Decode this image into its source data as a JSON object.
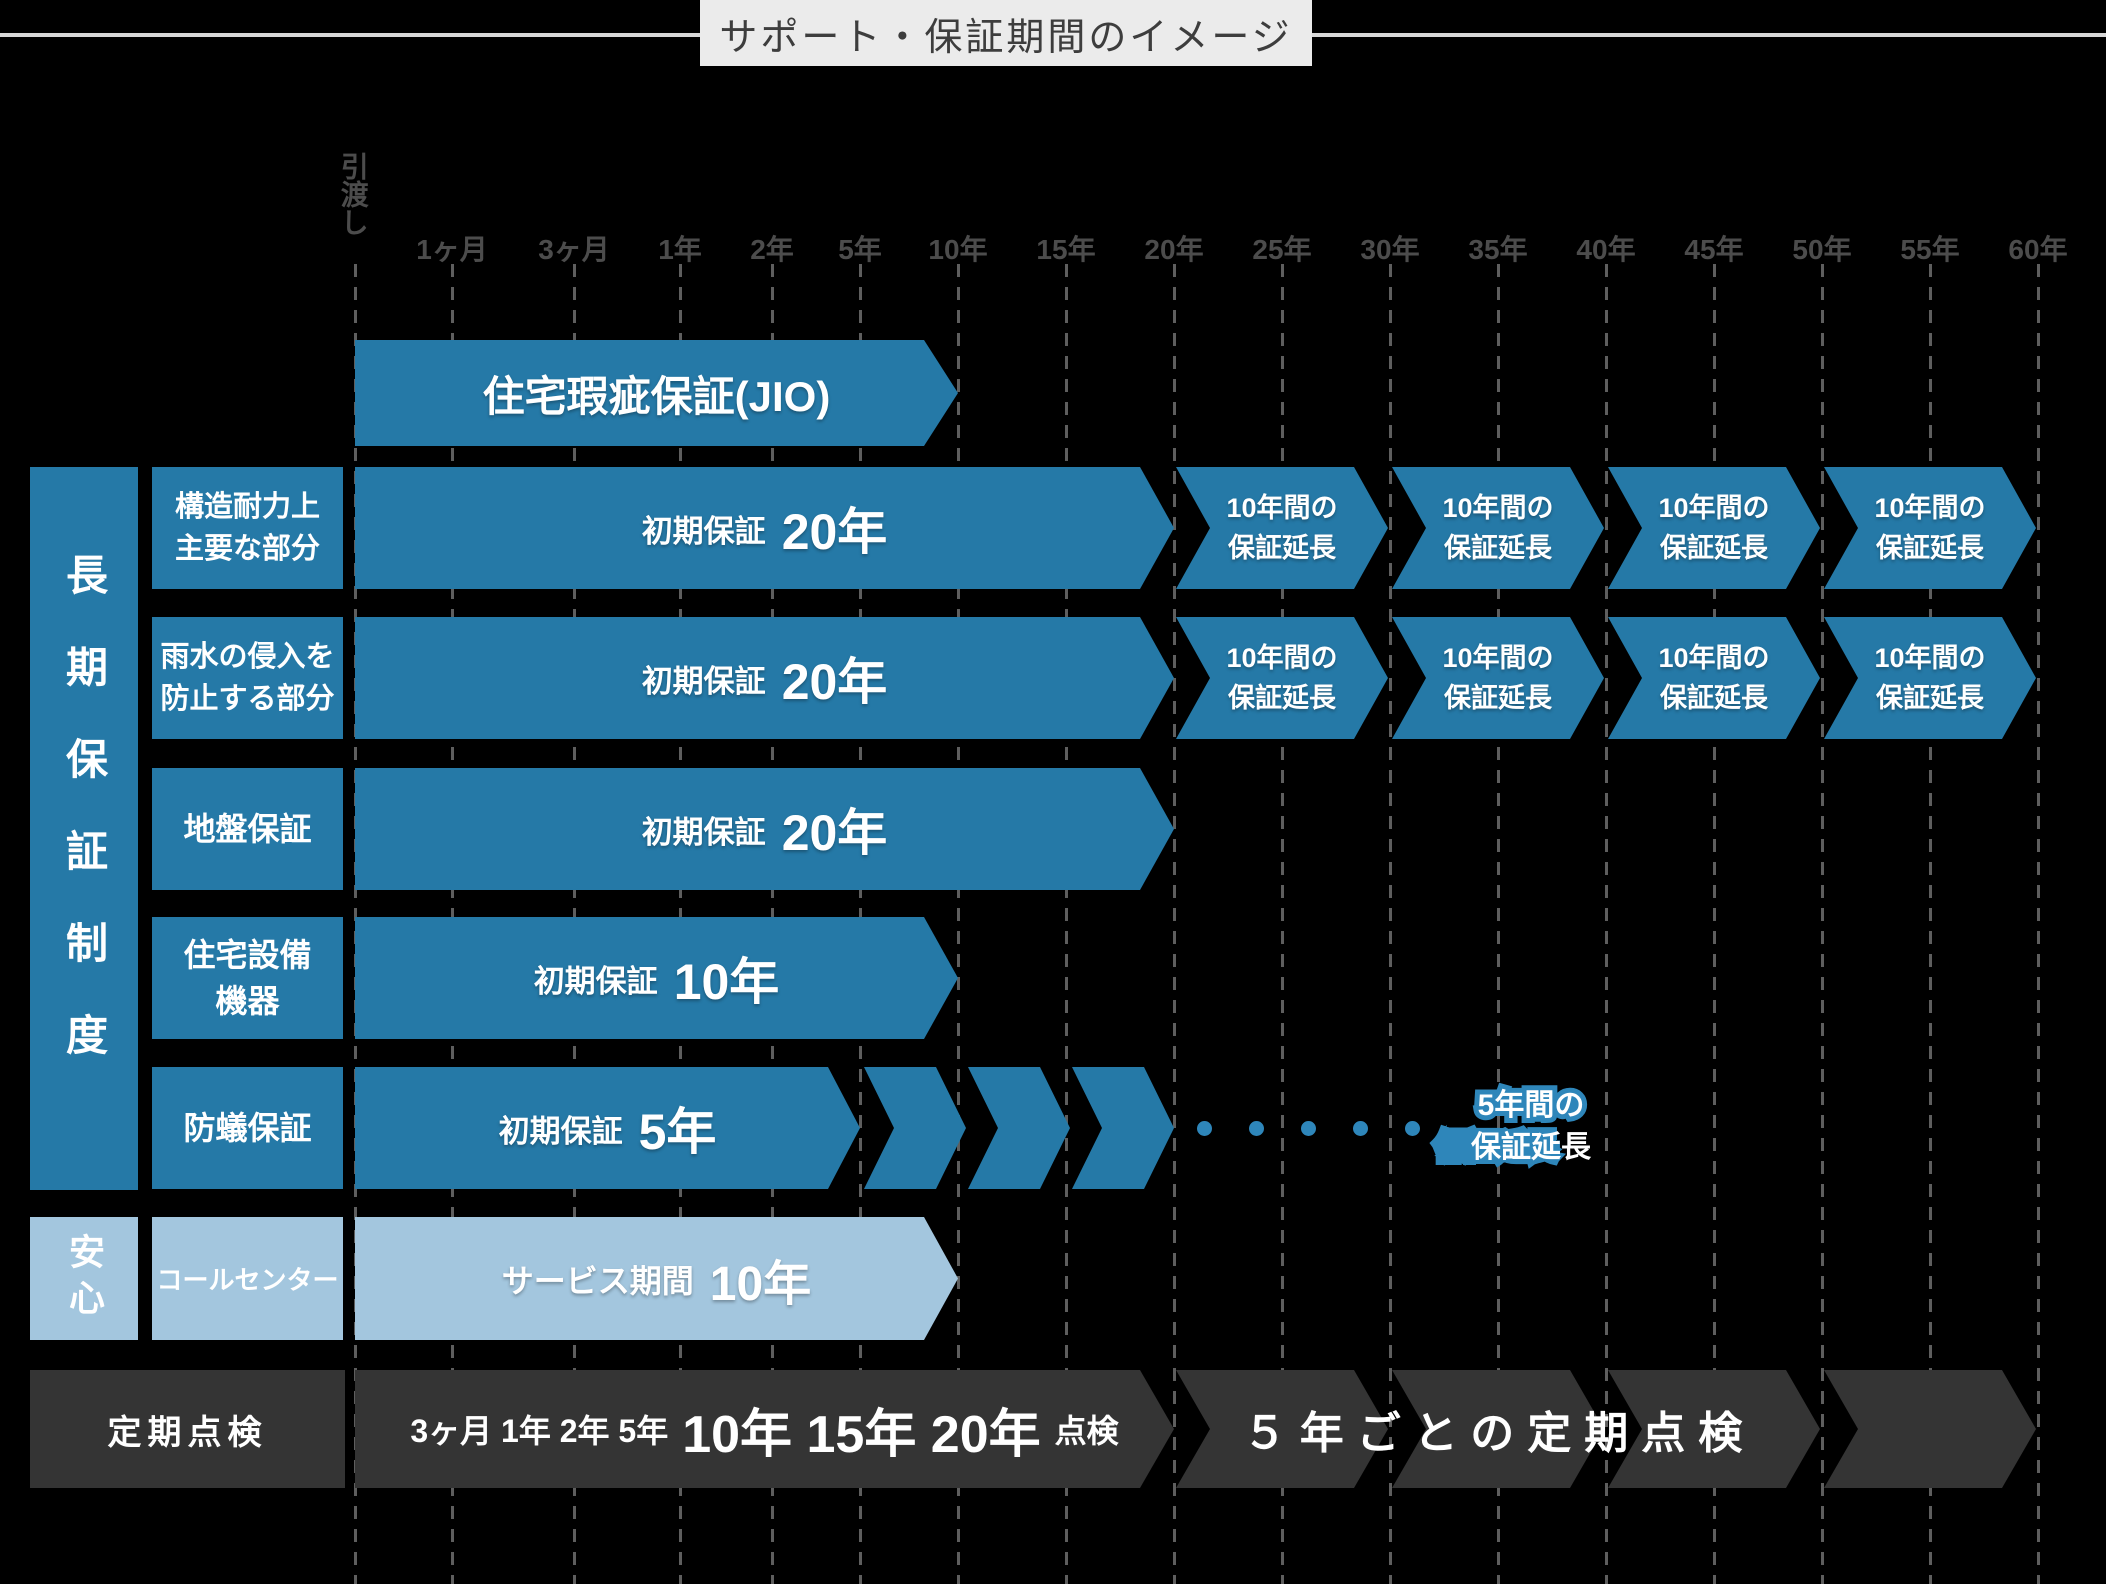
{
  "title": "サポート・保証期間のイメージ",
  "timeline": {
    "handover": "引渡し",
    "ticks": [
      "1ヶ月",
      "3ヶ月",
      "1年",
      "2年",
      "5年",
      "10年",
      "15年",
      "20年",
      "25年",
      "30年",
      "35年",
      "40年",
      "45年",
      "50年",
      "55年",
      "60年"
    ]
  },
  "sidebar": {
    "long_term": "長期保証制度",
    "anshin": "安心"
  },
  "jio": {
    "bar": "住宅瑕疵保証(JIO)"
  },
  "rows": [
    {
      "label1": "構造耐力上",
      "label2": "主要な部分",
      "small": "初期保証",
      "big": "20年",
      "ext1": "10年間の",
      "ext2": "保証延長"
    },
    {
      "label1": "雨水の侵入を",
      "label2": "防止する部分",
      "small": "初期保証",
      "big": "20年",
      "ext1": "10年間の",
      "ext2": "保証延長"
    },
    {
      "label1": "地盤保証",
      "small": "初期保証",
      "big": "20年"
    },
    {
      "label1": "住宅設備",
      "label2": "機器",
      "small": "初期保証",
      "big": "10年"
    },
    {
      "label1": "防蟻保証",
      "small": "初期保証",
      "big": "5年",
      "note1": "5年間の",
      "note2": "保証延長"
    }
  ],
  "callcenter": {
    "label": "コールセンター",
    "small": "サービス期間",
    "big": "10年"
  },
  "inspection": {
    "label": "定期点検",
    "part1": "3ヶ月 1年 2年 5年",
    "part2": "10年 15年 20年",
    "part3": "点検",
    "ext": "５年ごとの定期点検"
  },
  "colors": {
    "main_blue": "#2579a7",
    "accent_blue": "#2e86ba",
    "light_blue": "#a3c6de",
    "dark_gray": "#343434",
    "title_bg": "#ebebeb",
    "background": "#000000"
  }
}
